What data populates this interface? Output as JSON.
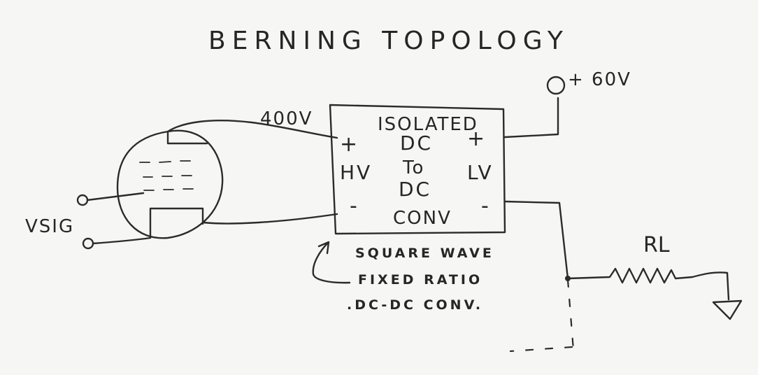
{
  "title": "BERNING TOPOLOGY",
  "supply_label": "+ 60V",
  "hv_voltage_label": "400V",
  "converter": {
    "line1": "ISOLATED",
    "line2": "DC",
    "line3": "To",
    "line4": "DC",
    "line5": "CONV",
    "hv_label": "HV",
    "lv_label": "LV",
    "plus": "+",
    "minus": "-"
  },
  "input_label": "VSIG",
  "load_label": "RL",
  "note": [
    "SQUARE WAVE",
    "FIXED RATIO",
    ".DC-DC CONV."
  ]
}
